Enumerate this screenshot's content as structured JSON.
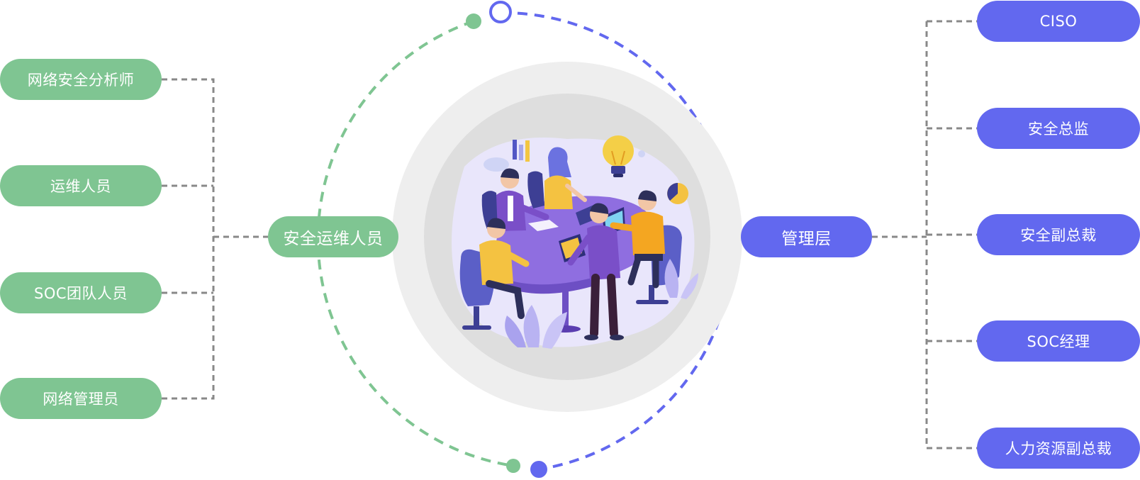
{
  "left_group": {
    "hub_label": "安全运维人员",
    "color": "#7fc592",
    "roles": [
      "网络安全分析师",
      "运维人员",
      "SOC团队人员",
      "网络管理员"
    ]
  },
  "right_group": {
    "hub_label": "管理层",
    "color": "#6268ef",
    "roles": [
      "CISO",
      "安全总监",
      "安全副总裁",
      "SOC经理",
      "人力资源副总裁"
    ]
  },
  "center": {
    "illustration": "team-meeting-illustration",
    "icons": [
      "lightbulb-icon",
      "bar-chart-icon",
      "pie-chart-icon",
      "laptop-icon"
    ]
  }
}
